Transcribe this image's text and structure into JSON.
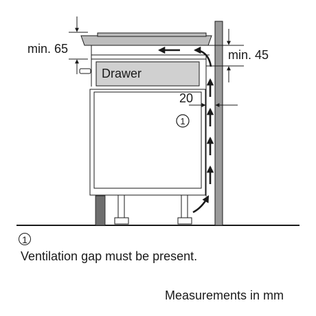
{
  "labels": {
    "drawer": "Drawer",
    "min_top": "min. 65",
    "min_side": "min. 45",
    "gap": "20",
    "marker": "1"
  },
  "legend": {
    "marker": "1",
    "text": "Ventilation gap must be present."
  },
  "footer": "Measurements in mm",
  "colors": {
    "line": "#1a1a1a",
    "wall": "#9a9a9a",
    "hob": "#bdbdbd",
    "drawer": "#d0d0d0",
    "plinth": "#6e6e6e",
    "floor": "#1a1a1a"
  }
}
